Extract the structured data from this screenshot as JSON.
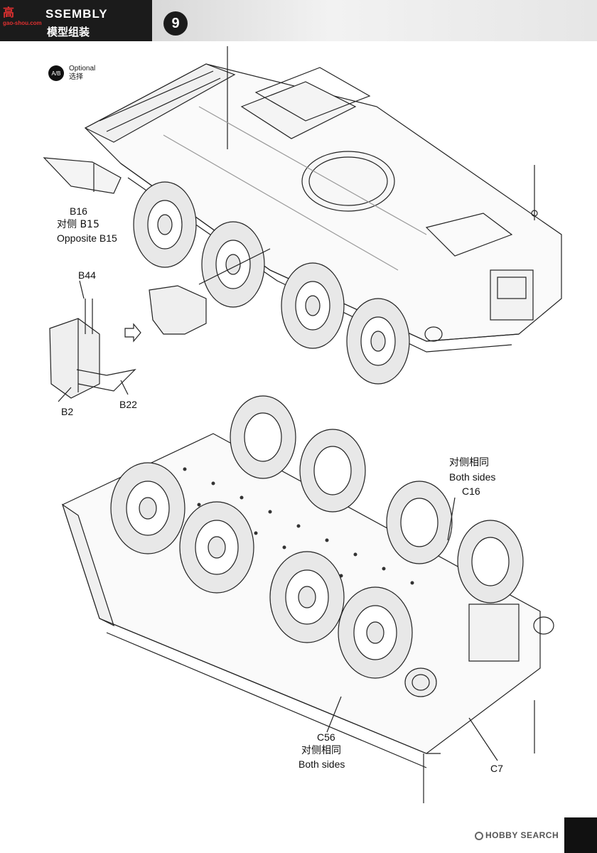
{
  "header": {
    "logo_cn": "高",
    "logo_en": "gao-shou.com",
    "title": "SSEMBLY",
    "subtitle_cn": "模型组装",
    "step_number": "9"
  },
  "optional": {
    "icon_text": "A/B",
    "label_en": "Optional",
    "label_cn": "选择"
  },
  "labels": {
    "b16": "B16",
    "b16_cn": "对侧 B15",
    "b16_en": "Opposite B15",
    "b44": "B44",
    "b2": "B2",
    "b22": "B22",
    "c16_cn": "对侧相同",
    "c16_en": "Both sides",
    "c16": "C16",
    "c56": "C56",
    "c56_cn": "对侧相同",
    "c56_en": "Both sides",
    "c7": "C7"
  },
  "footer": {
    "watermark": "HOBBY SEARCH"
  }
}
